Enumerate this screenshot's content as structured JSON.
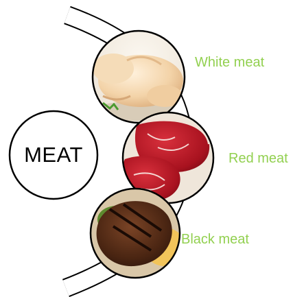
{
  "center": {
    "label": "MEAT"
  },
  "items": [
    {
      "label": "White meat",
      "icon": "roast-chicken"
    },
    {
      "label": "Red meat",
      "icon": "raw-beef"
    },
    {
      "label": "Black meat",
      "icon": "grilled-steak"
    }
  ],
  "colors": {
    "label_green": "#92d050",
    "outline": "#000000",
    "background": "#ffffff"
  }
}
